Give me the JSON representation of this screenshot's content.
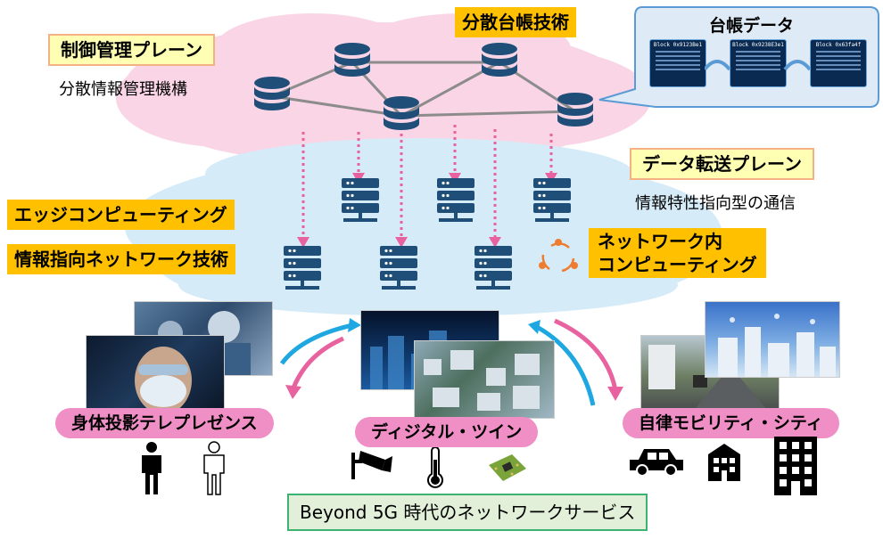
{
  "labels": {
    "control_plane": "制御管理プレーン",
    "control_plane_sub": "分散情報管理機構",
    "ledger_tech": "分散台帳技術",
    "ledger_data": "台帳データ",
    "data_plane": "データ転送プレーン",
    "data_plane_sub": "情報特性指向型の通信",
    "edge_computing": "エッジコンピューティング",
    "icn_tech": "情報指向ネットワーク技術",
    "in_network_1": "ネットワーク内",
    "in_network_2": "コンピューティング",
    "telepresence": "身体投影テレプレゼンス",
    "digital_twin": "ディジタル・ツイン",
    "mobility_city": "自律モビリティ・シティ",
    "footer": "Beyond 5G 時代のネットワークサービス"
  },
  "ledger_blocks": [
    "Block 0x9123Be1",
    "Block 0x9238E3e1",
    "Block 0x63fa4f"
  ],
  "colors": {
    "database": "#1f4e79",
    "server": "#1f4e79",
    "pink_cloud": "#f9d5e5",
    "blue_cloud": "#d6ebf8",
    "orange_label": "#ffc000",
    "pill": "#ef8fc6",
    "arrow_pink": "#e8629f",
    "arrow_blue": "#1ea7e1",
    "green_box": "#e2f0d9"
  },
  "icons": [
    "database-icon",
    "server-icon",
    "cycle-icon",
    "person-icon",
    "person-outline-icon",
    "camera-icon",
    "thermometer-icon",
    "circuit-board-icon",
    "car-icon",
    "building-icon",
    "office-tower-icon"
  ]
}
